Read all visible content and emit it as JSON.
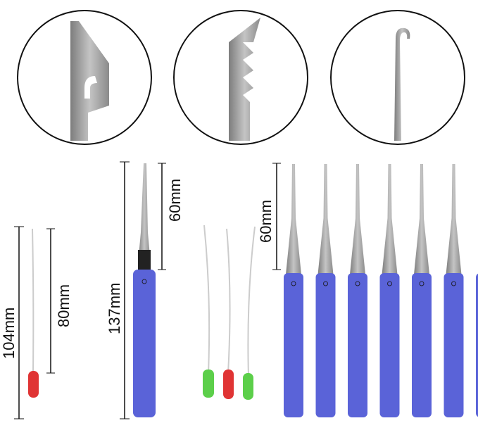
{
  "labels": {
    "red_total": "104mm",
    "red_wire": "80mm",
    "single_total": "137mm",
    "single_blade": "60mm",
    "set_blade": "60mm"
  },
  "colors": {
    "handle_blue": "#5a63d8",
    "red_tip": "#e03434",
    "green_tip": "#5ccf4a",
    "steel": "#9a9a9a"
  },
  "set_count": 7
}
